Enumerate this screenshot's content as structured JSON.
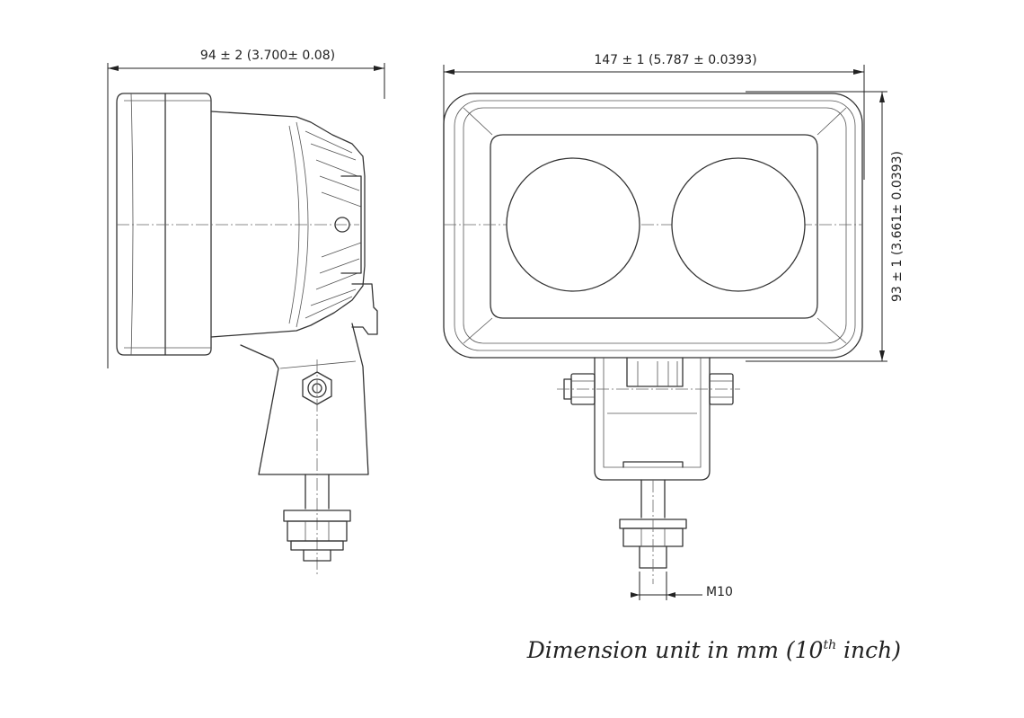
{
  "dimensions": {
    "side_width": "94 ± 2 (3.700± 0.08)",
    "front_width": "147 ± 1 (5.787 ± 0.0393)",
    "front_height": "93 ± 1 (3.661± 0.0393)",
    "thread": "M10"
  },
  "caption": {
    "main": "Dimension unit in mm (1",
    "zero": "0",
    "sup": "th",
    "tail": " inch)"
  }
}
